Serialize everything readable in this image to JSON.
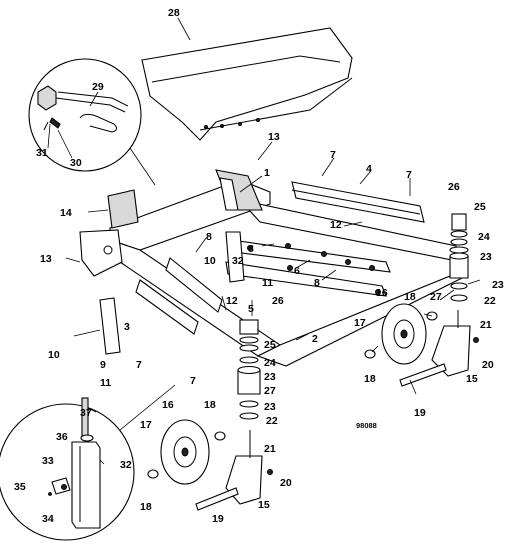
{
  "drawing_number": "98088",
  "callouts": [
    {
      "id": "c28a",
      "text": "28"
    },
    {
      "id": "c29",
      "text": "29"
    },
    {
      "id": "c31",
      "text": "31"
    },
    {
      "id": "c30",
      "text": "30"
    },
    {
      "id": "c13a",
      "text": "13"
    },
    {
      "id": "c7a",
      "text": "7"
    },
    {
      "id": "c4",
      "text": "4"
    },
    {
      "id": "c7b",
      "text": "7"
    },
    {
      "id": "c1",
      "text": "1"
    },
    {
      "id": "c26a",
      "text": "26"
    },
    {
      "id": "c25a",
      "text": "25"
    },
    {
      "id": "c24a",
      "text": "24"
    },
    {
      "id": "c23a",
      "text": "23"
    },
    {
      "id": "c14",
      "text": "14"
    },
    {
      "id": "c12a",
      "text": "12"
    },
    {
      "id": "c8a",
      "text": "8"
    },
    {
      "id": "c8b",
      "text": "8"
    },
    {
      "id": "c6",
      "text": "6"
    },
    {
      "id": "c8c",
      "text": "8"
    },
    {
      "id": "c13b",
      "text": "13"
    },
    {
      "id": "c10a",
      "text": "10"
    },
    {
      "id": "c32a",
      "text": "32"
    },
    {
      "id": "c11a",
      "text": "11"
    },
    {
      "id": "c27a",
      "text": "27"
    },
    {
      "id": "c23b",
      "text": "23"
    },
    {
      "id": "c22a",
      "text": "22"
    },
    {
      "id": "c21a",
      "text": "21"
    },
    {
      "id": "c16a",
      "text": "16"
    },
    {
      "id": "c18a",
      "text": "18"
    },
    {
      "id": "c12b",
      "text": "12"
    },
    {
      "id": "c5",
      "text": "5"
    },
    {
      "id": "c26b",
      "text": "26"
    },
    {
      "id": "c2",
      "text": "2"
    },
    {
      "id": "c3",
      "text": "3"
    },
    {
      "id": "c25b",
      "text": "25"
    },
    {
      "id": "c17a",
      "text": "17"
    },
    {
      "id": "c10b",
      "text": "10"
    },
    {
      "id": "c9",
      "text": "9"
    },
    {
      "id": "c7c",
      "text": "7"
    },
    {
      "id": "c24b",
      "text": "24"
    },
    {
      "id": "c23c",
      "text": "23"
    },
    {
      "id": "c11b",
      "text": "11"
    },
    {
      "id": "c7d",
      "text": "7"
    },
    {
      "id": "c27b",
      "text": "27"
    },
    {
      "id": "c18b",
      "text": "18"
    },
    {
      "id": "c15a",
      "text": "15"
    },
    {
      "id": "c20a",
      "text": "20"
    },
    {
      "id": "c19a",
      "text": "19"
    },
    {
      "id": "c23d",
      "text": "23"
    },
    {
      "id": "c22b",
      "text": "22"
    },
    {
      "id": "c37",
      "text": "37"
    },
    {
      "id": "c16b",
      "text": "16"
    },
    {
      "id": "c18c",
      "text": "18"
    },
    {
      "id": "c36",
      "text": "36"
    },
    {
      "id": "c17b",
      "text": "17"
    },
    {
      "id": "c21b",
      "text": "21"
    },
    {
      "id": "c33",
      "text": "33"
    },
    {
      "id": "c32b",
      "text": "32"
    },
    {
      "id": "c35",
      "text": "35"
    },
    {
      "id": "c34",
      "text": "34"
    },
    {
      "id": "c20b",
      "text": "20"
    },
    {
      "id": "c18d",
      "text": "18"
    },
    {
      "id": "c15b",
      "text": "15"
    },
    {
      "id": "c19b",
      "text": "19"
    }
  ]
}
